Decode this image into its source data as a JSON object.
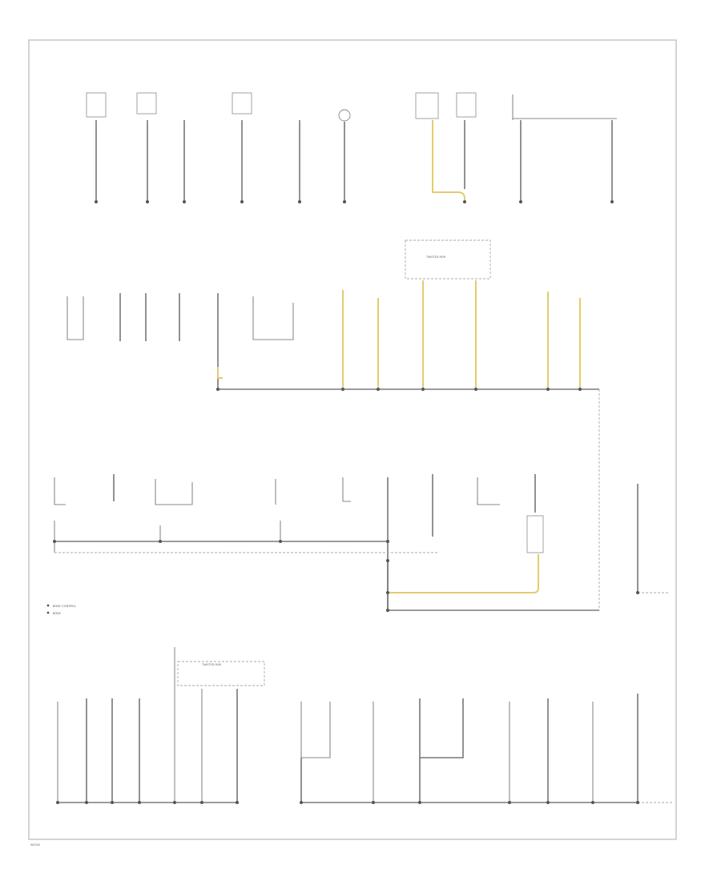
{
  "diagram": {
    "footer_code": "W2000",
    "legend": [
      "BODY CONTROL",
      "BODY"
    ],
    "shield_labels": [
      "TWISTED PAIR",
      "TWISTED PAIR"
    ]
  }
}
